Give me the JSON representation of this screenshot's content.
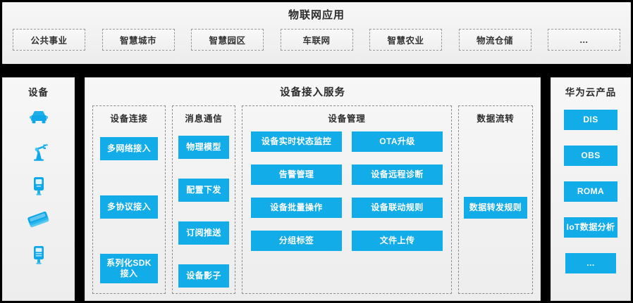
{
  "applications": {
    "title": "物联网应用",
    "items": [
      {
        "label": "公共事业"
      },
      {
        "label": "智慧城市"
      },
      {
        "label": "智慧园区"
      },
      {
        "label": "车联网"
      },
      {
        "label": "智慧农业"
      },
      {
        "label": "物流仓储"
      },
      {
        "label": "…"
      }
    ]
  },
  "devices": {
    "title": "设备",
    "icons": [
      {
        "name": "car-icon"
      },
      {
        "name": "robot-arm-icon"
      },
      {
        "name": "gas-meter-icon"
      },
      {
        "name": "solar-panel-icon"
      },
      {
        "name": "electric-meter-icon"
      }
    ]
  },
  "service": {
    "title": "设备接入服务",
    "groups": {
      "connect": {
        "title": "设备连接",
        "tiles": [
          "多网络接入",
          "多协议接入",
          "系列化SDK接入"
        ]
      },
      "message": {
        "title": "消息通信",
        "tiles": [
          "物理模型",
          "配置下发",
          "订阅推送",
          "设备影子"
        ]
      },
      "manage": {
        "title": "设备管理",
        "tiles": [
          "设备实时状态监控",
          "OTA升级",
          "告警管理",
          "设备远程诊断",
          "设备批量操作",
          "设备联动规则",
          "分组标签",
          "文件上传"
        ]
      },
      "flow": {
        "title": "数据流转",
        "tiles": [
          "数据转发规则"
        ]
      }
    }
  },
  "cloud": {
    "title": "华为云产品",
    "tiles": [
      "DIS",
      "OBS",
      "ROMA",
      "IoT数据分析",
      "…"
    ]
  },
  "colors": {
    "tile_blue": "#12ace8",
    "panel_bg": "#f3f3f3",
    "dash_border": "#8d8d8d",
    "text_dark": "#2b2b2b"
  }
}
